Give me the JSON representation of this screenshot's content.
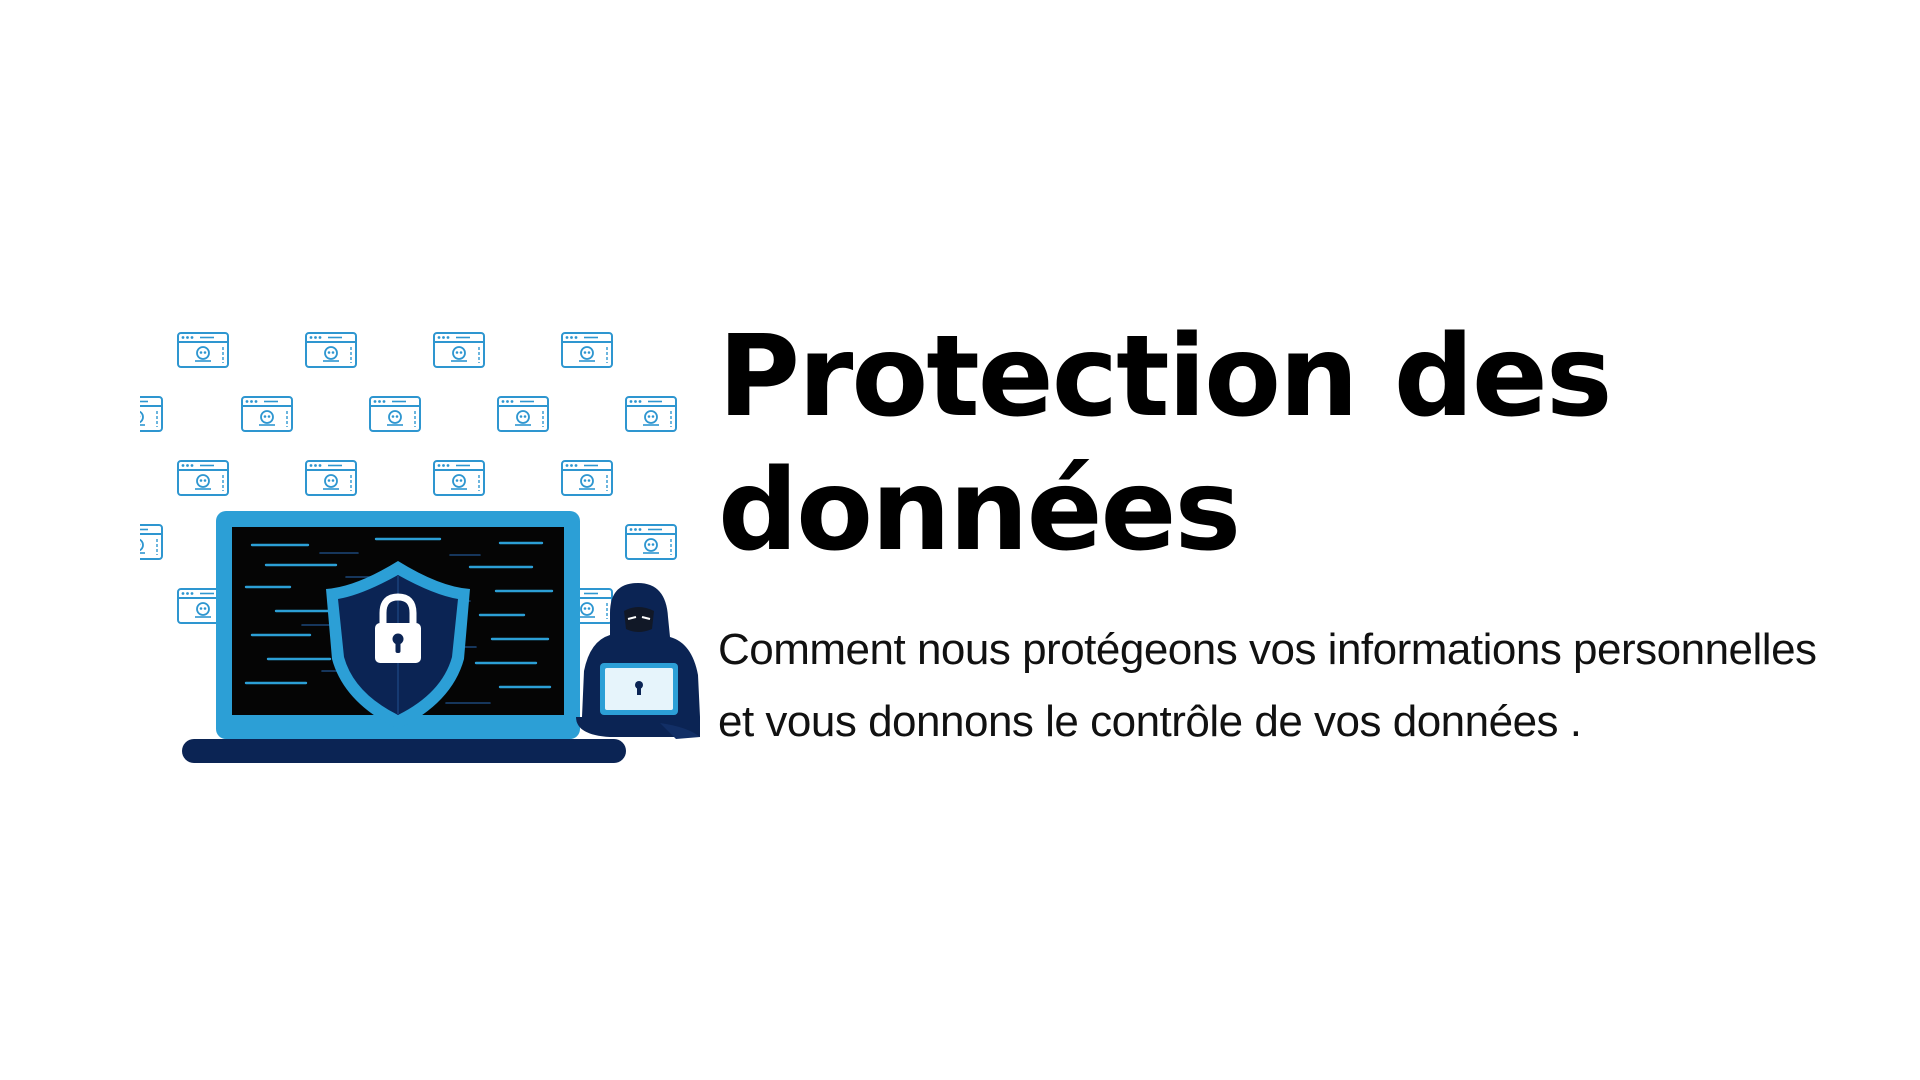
{
  "title": {
    "line1": "Protection des",
    "line2": "données"
  },
  "subtitle": {
    "line1": "Comment nous protégeons vos informations personnelles",
    "line2": "et vous donnons le contrôle de vos données ."
  },
  "illustration": {
    "main_icon": "shield-lock-icon",
    "background_icon": "malware-window-icon",
    "figure_icon": "hooded-hacker-icon",
    "device_icon": "laptop-icon"
  },
  "colors": {
    "background": "#ffffff",
    "text": "#000000",
    "accent_blue": "#2c9fd6",
    "navy": "#0b2454",
    "screen_black": "#050505",
    "icon_blue": "#2e96d0"
  }
}
